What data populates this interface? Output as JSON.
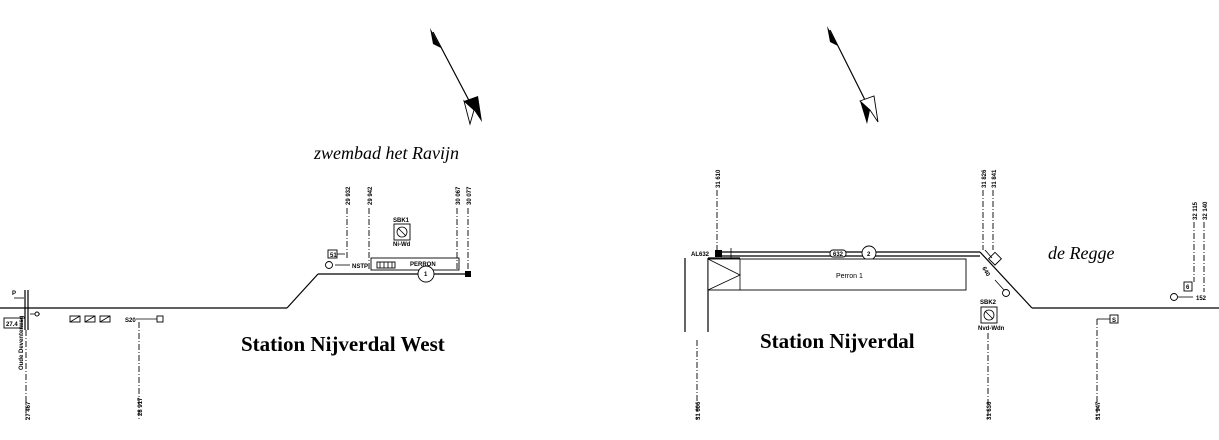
{
  "stations": {
    "west": {
      "name": "Station Nijverdal West",
      "platform": "PERRON",
      "signal_box": "SBK1",
      "signal_box_sub": "Ni-Wd"
    },
    "main": {
      "name": "Station Nijverdal",
      "platform": "Perron 1",
      "signal_box": "SBK2",
      "signal_box_sub": "Nvd-Wdn"
    }
  },
  "landmarks": {
    "pool": "zwembad het Ravijn",
    "river": "de Regge",
    "road": "Oude Deventerweg"
  },
  "kilometre_posts": {
    "top": [
      "29 932",
      "29 942",
      "30 067",
      "30 077",
      "31 610",
      "31 826",
      "31 841",
      "32 115",
      "32 140"
    ],
    "bottom": [
      "27 467",
      "28 917",
      "31 606",
      "31 836",
      "31 947"
    ]
  },
  "codes": {
    "ref_27": "27.4",
    "nstp": "NSTP",
    "s520": "S20",
    "al632": "AL632",
    "s632": "632",
    "s640": "640",
    "s152": "152",
    "num1": "1",
    "num2": "2",
    "num6": "6",
    "mark_p": "P",
    "mark_s": "S",
    "mark_51": "51"
  }
}
